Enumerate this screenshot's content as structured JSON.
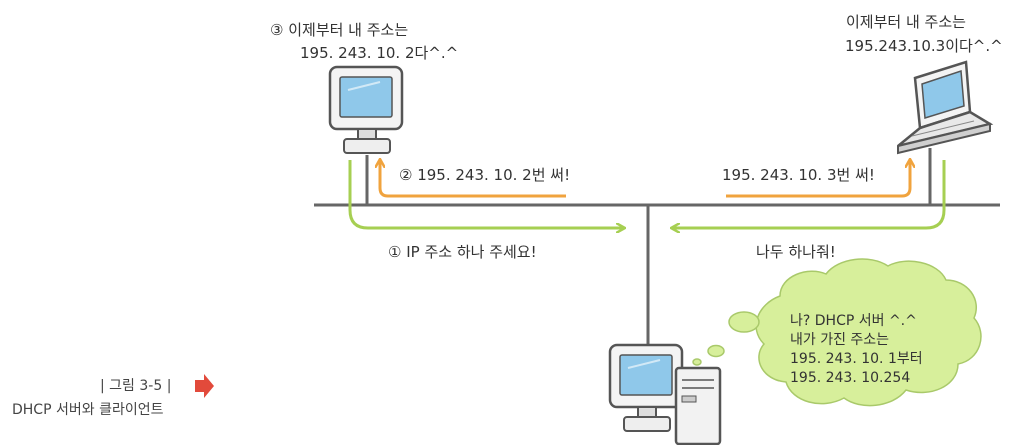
{
  "colors": {
    "network_line": "#666666",
    "request_arrow": "#a6cf52",
    "reply_arrow": "#f0a33e",
    "bubble_fill": "#d7ef9b",
    "bubble_stroke": "#a9c96a",
    "monitor_screen": "#8fc8ea",
    "figure_marker": "#e24a3b"
  },
  "icons": [
    "desktop-computer-icon",
    "laptop-computer-icon",
    "server-computer-icon",
    "arrow-right-icon"
  ],
  "client_left": {
    "thought_line1": "③ 이제부터 내 주소는",
    "thought_line2": "195. 243. 10. 2다^.^",
    "reply_label": "② 195. 243. 10. 2번 써!"
  },
  "client_right": {
    "thought_line1": "이제부터 내 주소는",
    "thought_line2": "195.243.10.3이다^.^",
    "reply_label": "195. 243. 10. 3번 써!"
  },
  "requests": {
    "left_label": "① IP 주소 하나 주세요!",
    "right_label": "나두 하나줘!"
  },
  "server_bubble": {
    "line1": "나? DHCP 서버 ^.^",
    "line2": "내가 가진 주소는",
    "line3": "195. 243. 10. 1부터",
    "line4": "195. 243. 10.254"
  },
  "figure": {
    "number": "| 그림 3-5 |",
    "caption": "DHCP 서버와 클라이언트"
  }
}
